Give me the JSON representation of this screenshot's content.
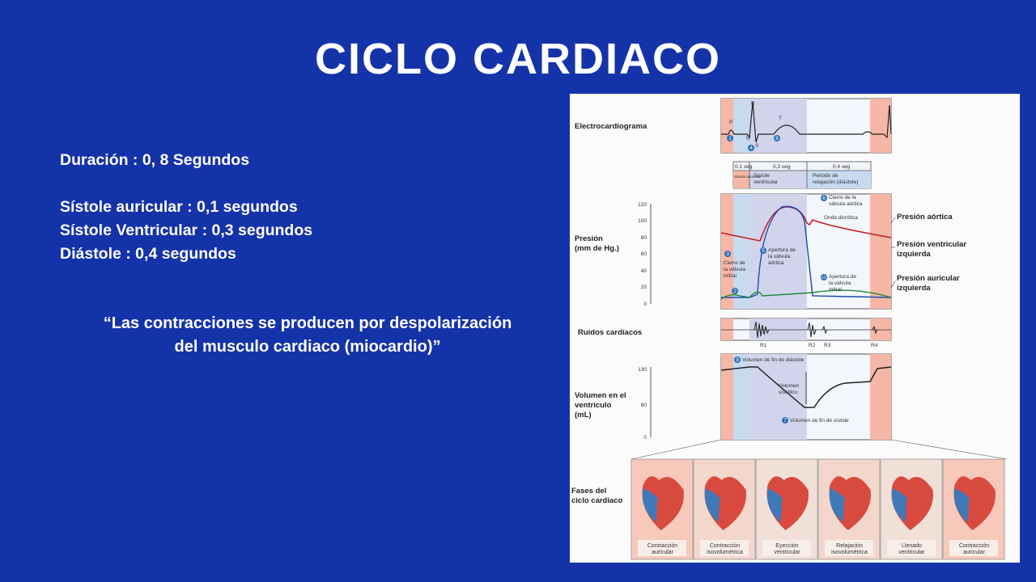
{
  "slide": {
    "title": "CICLO CARDIACO",
    "duration": "Duración  : 0, 8 Segundos",
    "atrial_systole": "Sístole auricular : 0,1 segundos",
    "ventricular_systole": "Sístole Ventricular : 0,3 segundos",
    "diastole": "Diástole  : 0,4 segundos",
    "quote_line1": "“Las contracciones se producen por despolarización",
    "quote_line2": "del musculo cardiaco (miocardio)”"
  },
  "figure": {
    "ecg_label": "Electrocardiograma",
    "ecg_waves": {
      "p": "P",
      "q": "Q",
      "r": "R",
      "s": "S",
      "t": "T"
    },
    "timing": {
      "t1": "0,1 seg",
      "t2": "0,3 seg",
      "t3": "0,4 seg",
      "p1": "Sístole auricular",
      "p2a": "Sístole",
      "p2b": "ventricular",
      "p3a": "Periodo de",
      "p3b": "relajación (diástole)"
    },
    "pressure_label_1": "Presión",
    "pressure_label_2": "(mm de Hg.)",
    "pressure_ticks": [
      "120",
      "100",
      "80",
      "60",
      "40",
      "20",
      "0"
    ],
    "pressure_legend": {
      "aortic": "Presión aórtica",
      "lv_1": "Presión ventricular",
      "lv_2": "izquierda",
      "la_1": "Presión auricular",
      "la_2": "izquierda"
    },
    "pressure_annotations": {
      "a6a": "Cierre de la",
      "a6b": "válvula aórtica",
      "notch": "Onda dicrótica",
      "a5a": "Apertura de",
      "a5b": "la válvula",
      "a5c": "aórtica",
      "a3a": "Cierre de",
      "a3b": "la válvula",
      "a3c": "mitral",
      "a10a": "Apertura de",
      "a10b": "la válvula",
      "a10c": "mitral"
    },
    "sounds_label": "Ruidos cardíacos",
    "sounds": {
      "r1": "R1",
      "r2": "R2",
      "r3": "R3",
      "r4": "R4"
    },
    "volume_label_1": "Volumen en el",
    "volume_label_2": "ventrículo",
    "volume_label_3": "(mL)",
    "volume_ticks": [
      "130",
      "60",
      "0"
    ],
    "volume_annotations": {
      "edv": "Volumen de fin de diástole",
      "sv1": "Volumen",
      "sv2": "sistólico",
      "esv": "Volumen de fin de sístole"
    },
    "phases_label_1": "Fases del",
    "phases_label_2": "ciclo cardiaco",
    "phases": [
      {
        "l1": "Contracción",
        "l2": "auricular"
      },
      {
        "l1": "Contracción",
        "l2": "isovolumétrica"
      },
      {
        "l1": "Eyección",
        "l2": "ventricular"
      },
      {
        "l1": "Relajación",
        "l2": "isovolumétrica"
      },
      {
        "l1": "Llenado",
        "l2": "ventricular"
      },
      {
        "l1": "Contracción",
        "l2": "auricular"
      }
    ],
    "markers": [
      "1",
      "4",
      "8",
      "6",
      "5",
      "3",
      "2",
      "10",
      "9",
      "7"
    ]
  }
}
